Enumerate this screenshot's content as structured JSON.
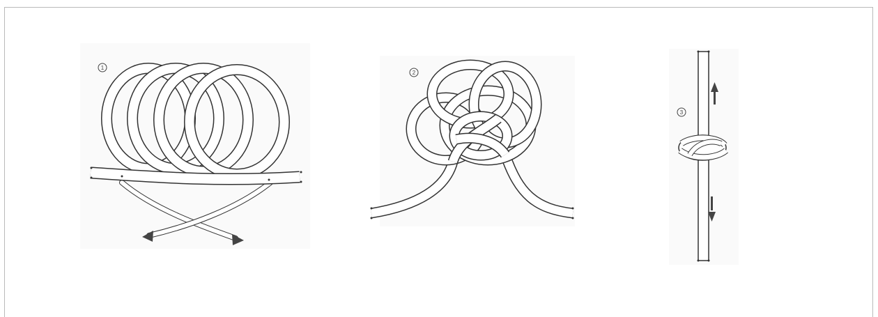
{
  "steps": [
    {
      "number": "1"
    },
    {
      "number": "2"
    },
    {
      "number": "3"
    }
  ],
  "colors": {
    "rope_outline": "#333333",
    "rope_fill": "#ffffff",
    "arrow": "#444444",
    "frame_border": "#b9b9b9",
    "paper": "#fafafa"
  }
}
